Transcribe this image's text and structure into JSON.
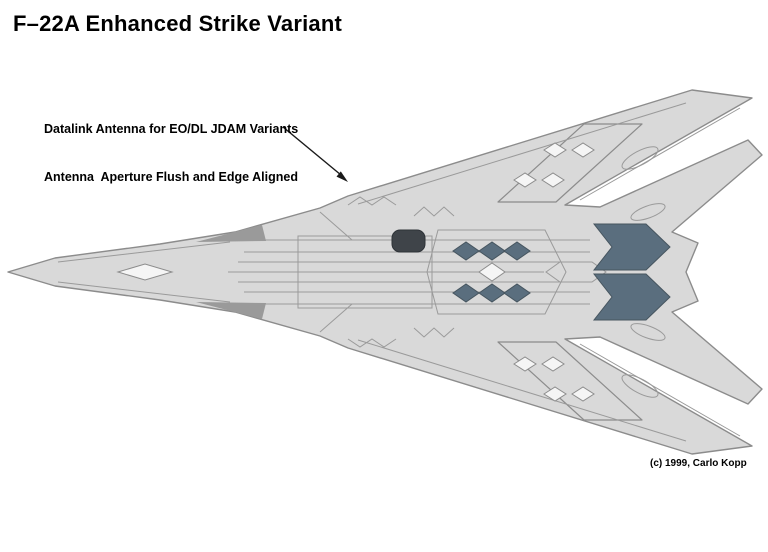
{
  "title": "F–22A Enhanced Strike Variant",
  "annotation": {
    "line1": "Datalink Antenna for EO/DL JDAM Variants",
    "line2": "Antenna  Aperture Flush and Edge Aligned"
  },
  "copyright": "(c) 1999, Carlo Kopp",
  "colors": {
    "background": "#ffffff",
    "text": "#000000",
    "airframe_fill": "#d9d9d9",
    "airframe_outline": "#8c8c8c",
    "panel_line": "#9a9a9a",
    "dark_slate": "#5a6e7e",
    "charcoal": "#3f4449",
    "canopy_shade": "#9a9a9a",
    "detail_fill": "#f5f5f5"
  },
  "diagram": {
    "subject": "F-22A Raptor planform, top view, nose pointing left"
  }
}
